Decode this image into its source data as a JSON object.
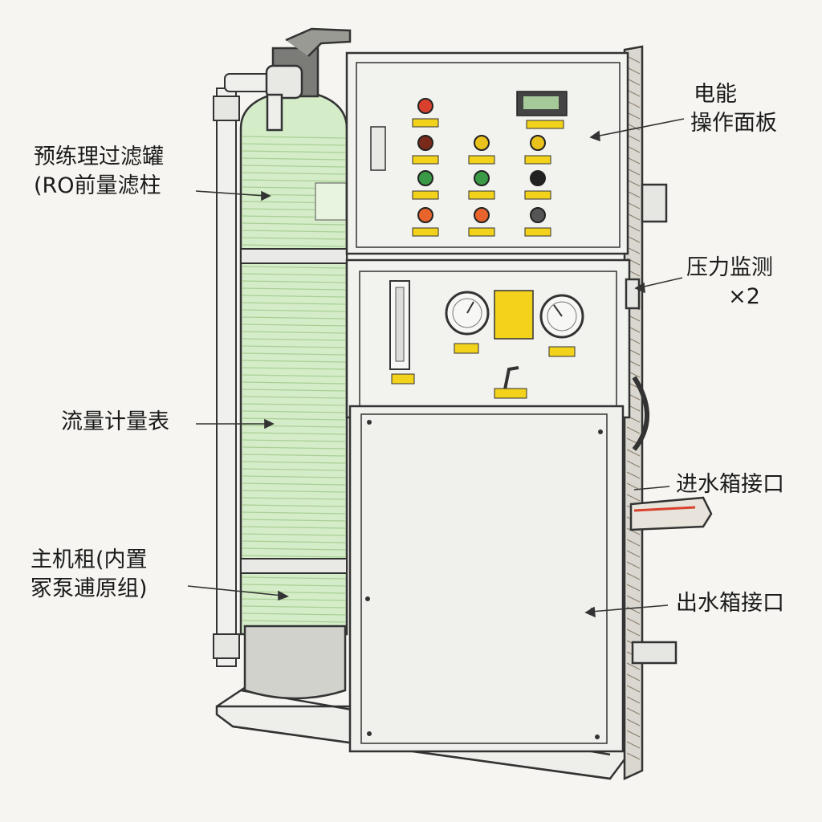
{
  "labels": {
    "prefilter": {
      "line1": "预练理过滤罐",
      "line2": "(RO前量滤柱"
    },
    "flowmeter": {
      "line1": "流量计量表"
    },
    "main_unit": {
      "line1": "主机租(内置",
      "line2": "冢泵逋原组)"
    },
    "control_panel": {
      "line1": "电能",
      "line2": "操作面板"
    },
    "pressure_gauge": {
      "line1": "压力监测",
      "line2": "×2"
    },
    "inlet": {
      "line1": "进水箱接口"
    },
    "outlet": {
      "line1": "出水箱接口"
    }
  },
  "colors": {
    "tank_fill": "#d5ecc8",
    "tank_line": "#a9cf96",
    "frame_line": "#333333",
    "panel_fill": "#f2f2ef",
    "label_yellow": "#f2d21b",
    "lamp_red": "#d9412e",
    "lamp_yellow": "#e9c21c",
    "lamp_green": "#3a9a45",
    "lamp_orange": "#e8642c",
    "display_green": "#a6c99a"
  },
  "icons": [
    "valve-head-icon",
    "gauge-icon",
    "flowmeter-icon",
    "handle-icon",
    "indicator-lamp-icon"
  ]
}
